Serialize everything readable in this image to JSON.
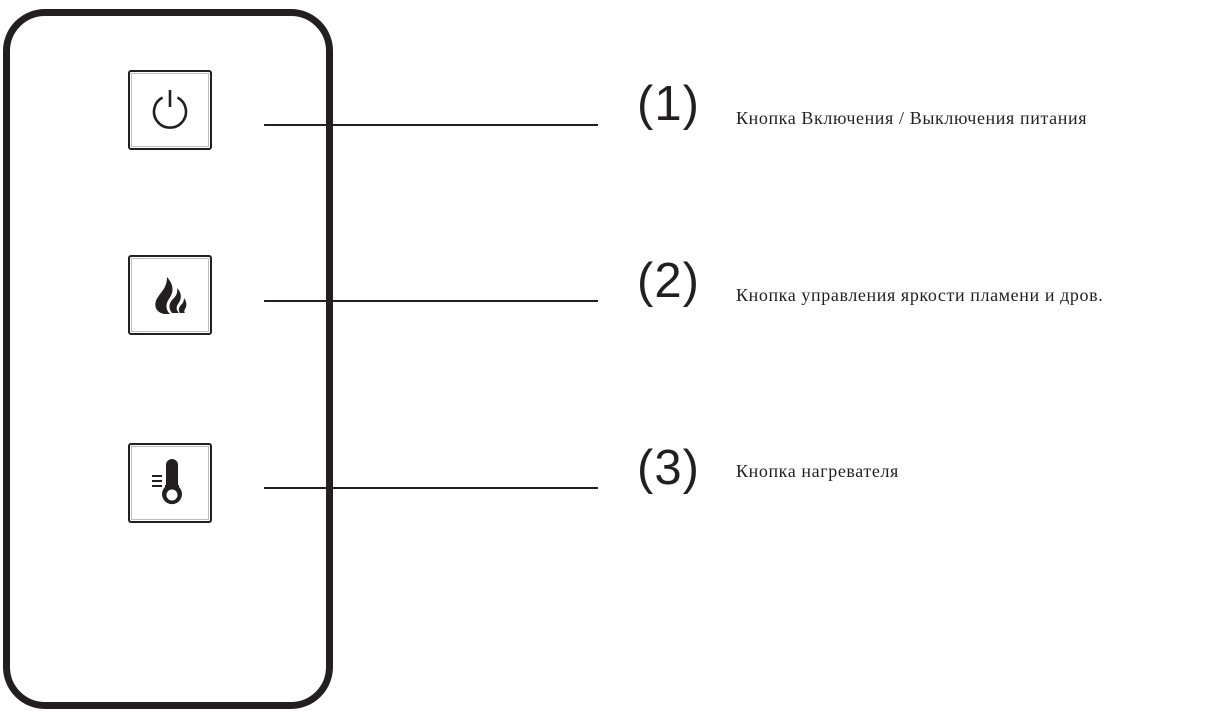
{
  "remote": {
    "buttons": [
      {
        "icon": "power-icon"
      },
      {
        "icon": "flame-icon"
      },
      {
        "icon": "thermometer-icon"
      }
    ]
  },
  "callouts": [
    {
      "number": "(1)",
      "text": "Кнопка Включения / Выключения питания"
    },
    {
      "number": "(2)",
      "text": "Кнопка управления яркости пламени и дров."
    },
    {
      "number": "(3)",
      "text": "Кнопка нагревателя"
    }
  ],
  "colors": {
    "line": "#231f20",
    "background": "#ffffff"
  }
}
